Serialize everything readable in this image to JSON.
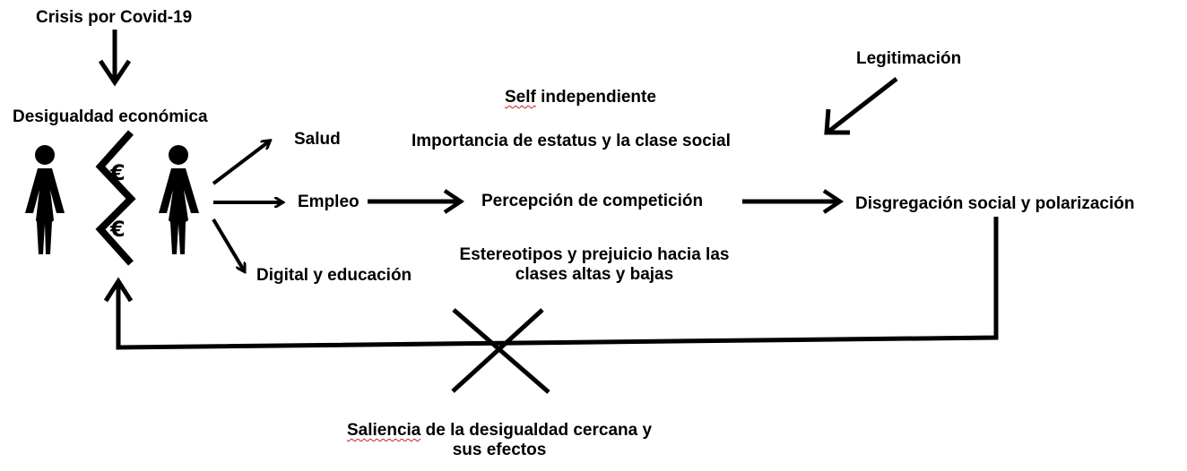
{
  "labels": {
    "crisis": "Crisis por Covid-19",
    "desigualdad": "Desigualdad económica",
    "salud": "Salud",
    "empleo": "Empleo",
    "digital": "Digital y educación",
    "self_word": "Self",
    "self_rest": " independiente",
    "importancia": "Importancia de estatus y la clase social",
    "percepcion": "Percepción de competición",
    "estereotipos_line1": "Estereotipos y prejuicio hacia las",
    "estereotipos_line2": "clases altas y bajas",
    "legitimacion": "Legitimación",
    "disgregacion": "Disgregación social y polarización",
    "saliencia_word": "Saliencia",
    "saliencia_rest": " de la desigualdad cercana y",
    "saliencia_line2": "sus efectos"
  },
  "symbols": {
    "currency_top": "€",
    "currency_bottom": "€"
  },
  "icons": [
    "person-icon",
    "person-icon",
    "zigzag-divider-icon",
    "cross-icon"
  ],
  "colors": {
    "ink": "#000000",
    "spell_underline": "#d11a1a",
    "background": "#ffffff"
  }
}
